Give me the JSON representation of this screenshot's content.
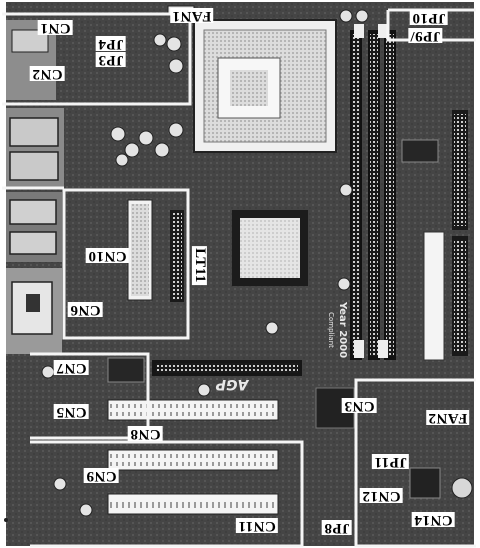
{
  "labels": {
    "fan1": "FAN1",
    "cn1": "CN1",
    "jp4": "JP4",
    "jp3": "JP3",
    "cn2": "CN2",
    "jp10": "JP10",
    "jp9": "JP9/",
    "lt11": "LT11",
    "cn10": "CN10",
    "cn6": "CN6",
    "cn7": "CN7",
    "cn5": "CN5",
    "cn8": "CN8",
    "cn3": "CN3",
    "fan2": "FAN2",
    "jp11": "JP11",
    "cn9": "CN9",
    "cn12": "CN12",
    "cn11": "CN11",
    "jp8": "JP8",
    "cn14": "CN14"
  },
  "board_markings": {
    "agp": "AGP",
    "year": "Year 2000",
    "compliant": "Compliant"
  }
}
